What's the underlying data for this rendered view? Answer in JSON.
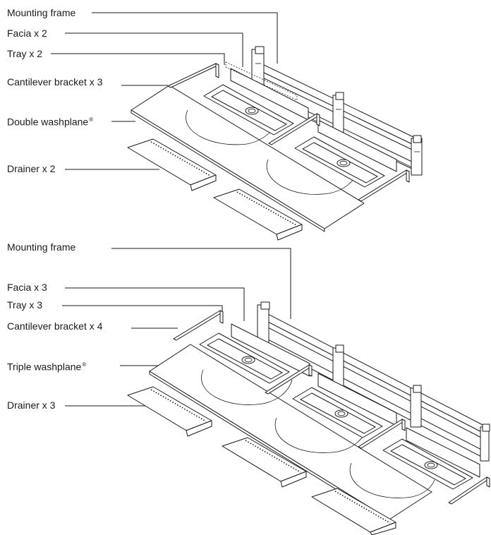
{
  "diagrams": [
    {
      "labels": {
        "mounting_frame": "Mounting frame",
        "facia": "Facia x 2",
        "tray": "Tray x 2",
        "cantilever": "Cantilever bracket x 3",
        "washplane": "Double washplane",
        "washplane_mark": "®",
        "drainer": "Drainer x 2"
      }
    },
    {
      "labels": {
        "mounting_frame": "Mounting frame",
        "facia": "Facia x 3",
        "tray": "Tray x 3",
        "cantilever": "Cantilever bracket x 4",
        "washplane": "Triple washplane",
        "washplane_mark": "®",
        "drainer": "Drainer x 3"
      }
    }
  ]
}
